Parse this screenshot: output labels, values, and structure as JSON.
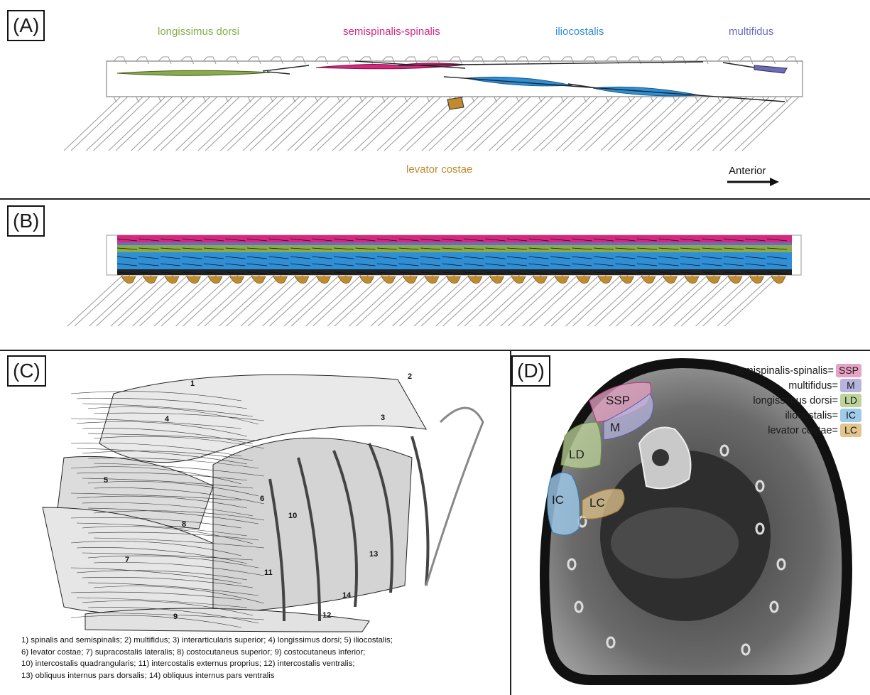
{
  "panels": {
    "a": {
      "label": "(A)",
      "muscles": {
        "longissimus": "longissimus dorsi",
        "semispinalis": "semispinalis-spinalis",
        "iliocostalis": "iliocostalis",
        "multifidus": "multifidus",
        "levator": "levator costae"
      },
      "direction": "Anterior"
    },
    "b": {
      "label": "(B)"
    },
    "c": {
      "label": "(C)",
      "numbers": [
        "1",
        "2",
        "3",
        "4",
        "5",
        "6",
        "7",
        "8",
        "9",
        "10",
        "11",
        "12",
        "13",
        "14"
      ],
      "caption_lines": [
        "1) spinalis and semispinalis; 2) multifidus; 3) interarticularis superior; 4) longissimus dorsi; 5) iliocostalis;",
        "6) levator costae; 7) supracostalis lateralis; 8) costocutaneus superior; 9) costocutaneus inferior;",
        "10) intercostalis quadrangularis; 11) intercostalis externus proprius; 12) intercostalis ventralis;",
        "13) obliquus internus pars dorsalis; 14) obliquus internus pars ventralis"
      ]
    },
    "d": {
      "label": "(D)",
      "legend": [
        {
          "name": "semispinalis-spinalis",
          "eq": "=",
          "abbr": "SSP",
          "color": "#e7a3c6"
        },
        {
          "name": "multifidus",
          "eq": "=",
          "abbr": "M",
          "color": "#b7b4de"
        },
        {
          "name": "longissimus dorsi",
          "eq": "=",
          "abbr": "LD",
          "color": "#bcd49a"
        },
        {
          "name": "iliocostalis",
          "eq": "=",
          "abbr": "IC",
          "color": "#9fcbeb"
        },
        {
          "name": "levator costae",
          "eq": "=",
          "abbr": "LC",
          "color": "#e2c48d"
        }
      ],
      "regions": {
        "ssp": "SSP",
        "m": "M",
        "ld": "LD",
        "ic": "IC",
        "lc": "LC"
      }
    }
  },
  "colors": {
    "longissimus": "#8aab4a",
    "semispinalis": "#d6287f",
    "iliocostalis": "#2f8fd6",
    "multifidus": "#6b6bc0",
    "levator": "#c08a2d"
  }
}
